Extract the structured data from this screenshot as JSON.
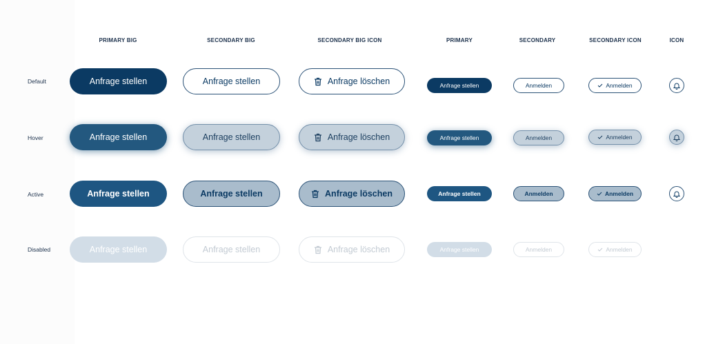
{
  "columns": {
    "primary_big": "PRIMARY BIG",
    "secondary_big": "SECONDARY BIG",
    "secondary_big_icon": "SECONDARY BIG ICON",
    "primary": "PRIMARY",
    "secondary": "SECONDARY",
    "secondary_icon": "SECONDARY ICON",
    "icon": "ICON"
  },
  "rows": {
    "default": "Default",
    "hover": "Hover",
    "active": "Active",
    "disabled": "Disabled"
  },
  "labels": {
    "request": "Anfrage stellen",
    "delete": "Anfrage löschen",
    "login": "Anmelden"
  },
  "icons": {
    "delete": "trash-icon",
    "check": "check-icon",
    "bell": "bell-icon"
  },
  "colors": {
    "primary_default": "#0b3a63",
    "primary_hover": "#23587f",
    "primary_active": "#1e5682",
    "primary_disabled": "#d2dde7",
    "secondary_hover_bg": "#c4d1dc",
    "secondary_active_bg": "#a9bccc"
  }
}
